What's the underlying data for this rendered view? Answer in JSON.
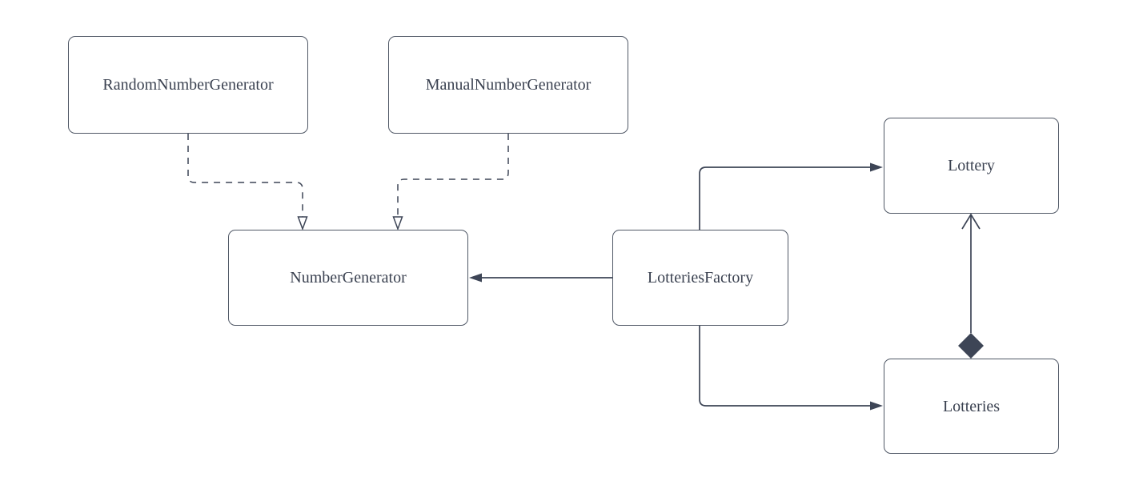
{
  "diagram": {
    "type": "uml-class-relationship-diagram",
    "colors": {
      "bg": "#ffffff",
      "edge": "#3d4556",
      "node-border": "#505866",
      "node-fill": "#ffffff",
      "text": "#3a4150"
    },
    "nodes": {
      "random": {
        "label": "RandomNumberGenerator"
      },
      "manual": {
        "label": "ManualNumberGenerator"
      },
      "number_generator": {
        "label": "NumberGenerator"
      },
      "lotteries_factory": {
        "label": "LotteriesFactory"
      },
      "lottery": {
        "label": "Lottery"
      },
      "lotteries": {
        "label": "Lotteries"
      }
    },
    "edges": [
      {
        "from": "RandomNumberGenerator",
        "to": "NumberGenerator",
        "line": "dashed",
        "head": "hollow-triangle"
      },
      {
        "from": "ManualNumberGenerator",
        "to": "NumberGenerator",
        "line": "dashed",
        "head": "hollow-triangle"
      },
      {
        "from": "LotteriesFactory",
        "to": "NumberGenerator",
        "line": "solid",
        "head": "filled-triangle"
      },
      {
        "from": "LotteriesFactory",
        "to": "Lottery",
        "line": "solid",
        "head": "filled-triangle"
      },
      {
        "from": "LotteriesFactory",
        "to": "Lotteries",
        "line": "solid",
        "head": "filled-triangle"
      },
      {
        "from": "Lotteries",
        "to": "Lottery",
        "line": "solid",
        "head": "open-arrow",
        "tail": "filled-diamond"
      }
    ]
  }
}
